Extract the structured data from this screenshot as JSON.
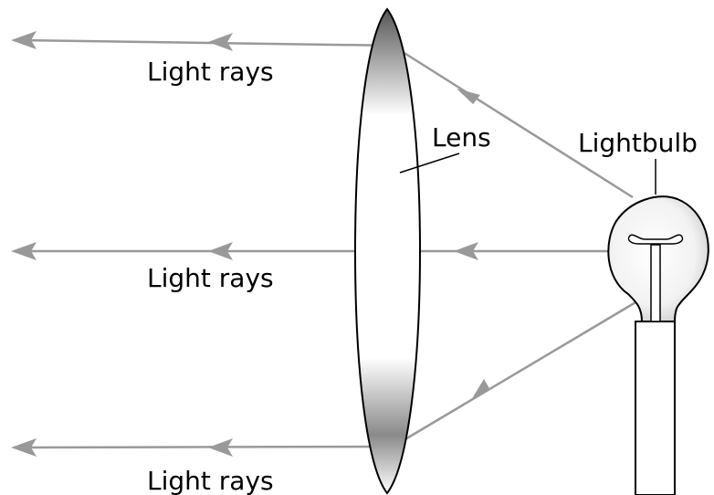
{
  "labels": {
    "light_rays_top": "Light rays",
    "light_rays_middle": "Light rays",
    "light_rays_bottom": "Light rays",
    "lens": "Lens",
    "lightbulb": "Lightbulb"
  },
  "colors": {
    "ray": "#999999",
    "lens_dark": "#555555",
    "bulb_glass": "#f2f2f2",
    "outline": "#000000"
  }
}
